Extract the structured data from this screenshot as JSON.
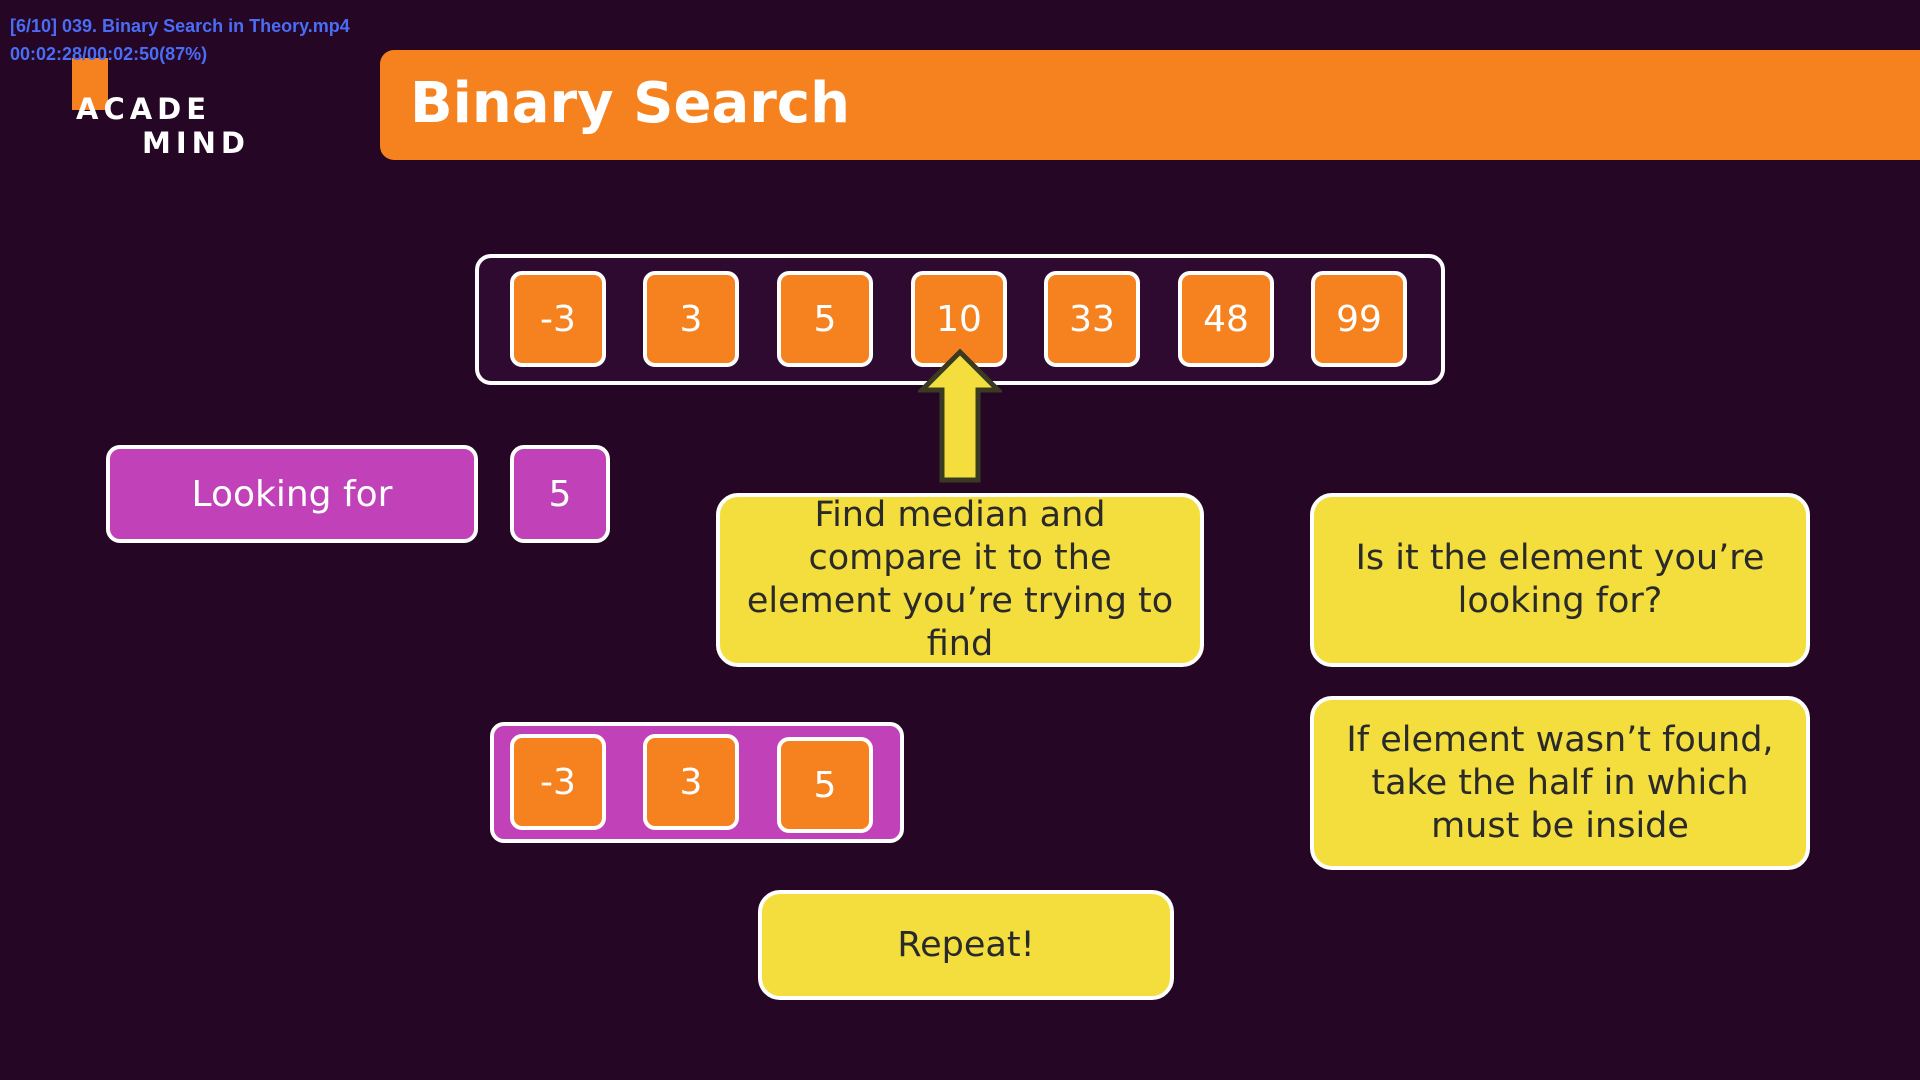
{
  "player": {
    "file_line": "[6/10] 039. Binary Search in Theory.mp4",
    "time_line": "00:02:28/00:02:50(87%)"
  },
  "logo": {
    "line1": "ACADE",
    "line2": "MIND"
  },
  "slide": {
    "title": "Binary Search",
    "array": [
      "-3",
      "3",
      "5",
      "10",
      "33",
      "48",
      "99"
    ],
    "pointer_index": 3,
    "looking_for_label": "Looking for",
    "looking_for_value": "5",
    "sub_array": [
      "-3",
      "3",
      "5"
    ],
    "step_find_median": "Find median and compare it to the element you’re trying to find",
    "step_is_it": "Is it the element you’re looking for?",
    "step_not_found": "If element wasn’t found, take the half in which must be inside",
    "step_repeat": "Repeat!"
  },
  "colors": {
    "background": "#250624",
    "orange": "#f5821f",
    "purple": "#c041b8",
    "yellow": "#f3de3e",
    "player_text": "#4a6cf7"
  }
}
